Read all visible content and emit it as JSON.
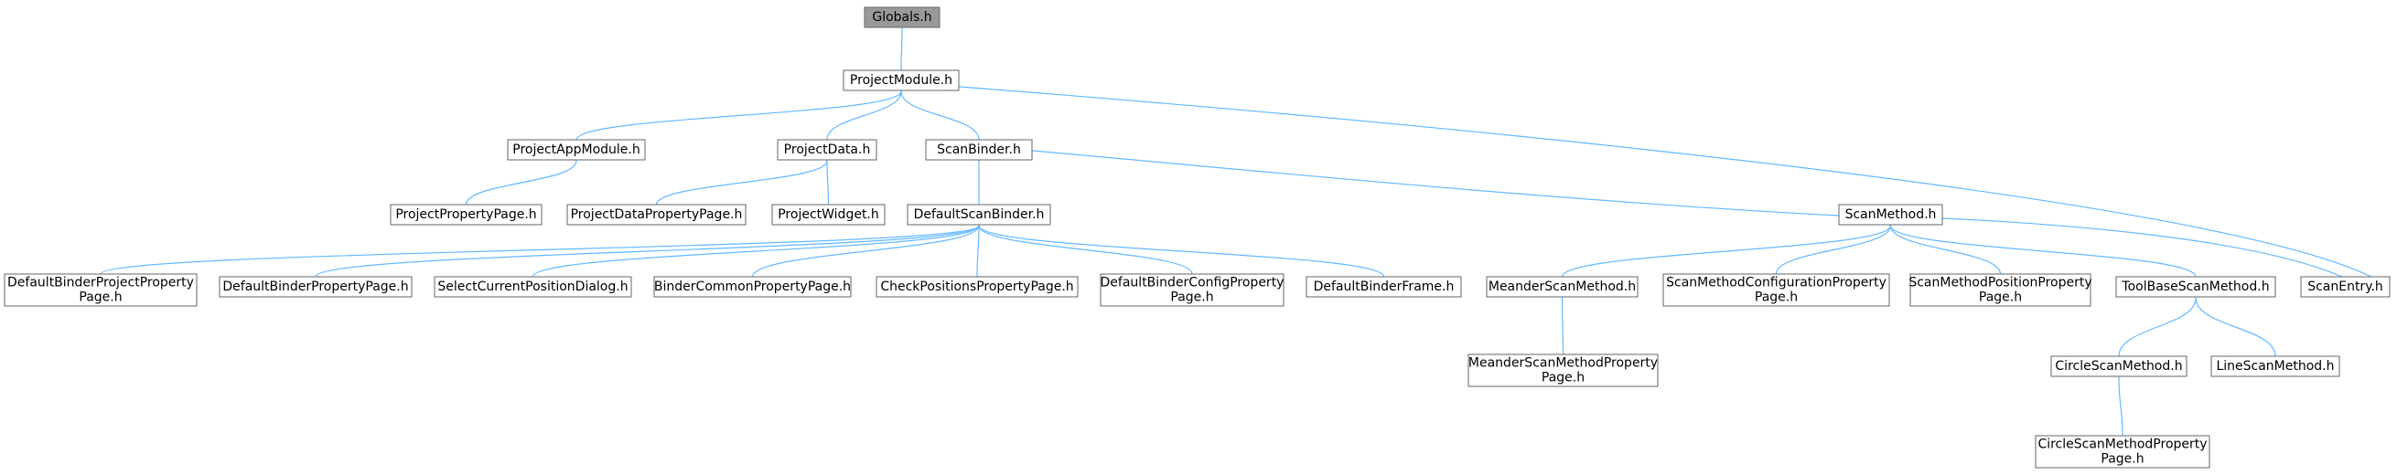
{
  "colors": {
    "edge": "#63b8ff",
    "node_border": "#666666",
    "root_fill": "#999999",
    "node_fill": "#ffffff"
  },
  "nodes": [
    {
      "id": "globals",
      "lines": [
        "Globals.h"
      ]
    },
    {
      "id": "projectmodule",
      "lines": [
        "ProjectModule.h"
      ]
    },
    {
      "id": "projectappmodule",
      "lines": [
        "ProjectAppModule.h"
      ]
    },
    {
      "id": "projectdata",
      "lines": [
        "ProjectData.h"
      ]
    },
    {
      "id": "scanbinder",
      "lines": [
        "ScanBinder.h"
      ]
    },
    {
      "id": "projectpropertypage",
      "lines": [
        "ProjectPropertyPage.h"
      ]
    },
    {
      "id": "projectdatapropertypage",
      "lines": [
        "ProjectDataPropertyPage.h"
      ]
    },
    {
      "id": "projectwidget",
      "lines": [
        "ProjectWidget.h"
      ]
    },
    {
      "id": "defaultscanbinder",
      "lines": [
        "DefaultScanBinder.h"
      ]
    },
    {
      "id": "scanmethod",
      "lines": [
        "ScanMethod.h"
      ]
    },
    {
      "id": "defaultbinderprojectpropertypage",
      "lines": [
        "DefaultBinderProjectProperty",
        "Page.h"
      ]
    },
    {
      "id": "defaultbinderpropertypage",
      "lines": [
        "DefaultBinderPropertyPage.h"
      ]
    },
    {
      "id": "selectcurrentpositiondialog",
      "lines": [
        "SelectCurrentPositionDialog.h"
      ]
    },
    {
      "id": "bindercommonpropertypage",
      "lines": [
        "BinderCommonPropertyPage.h"
      ]
    },
    {
      "id": "checkpositionspropertypage",
      "lines": [
        "CheckPositionsPropertyPage.h"
      ]
    },
    {
      "id": "defaultbinderconfigpropertypage",
      "lines": [
        "DefaultBinderConfigProperty",
        "Page.h"
      ]
    },
    {
      "id": "defaultbinderframe",
      "lines": [
        "DefaultBinderFrame.h"
      ]
    },
    {
      "id": "meanderscanmethod",
      "lines": [
        "MeanderScanMethod.h"
      ]
    },
    {
      "id": "scanmethodconfigurationpropertypage",
      "lines": [
        "ScanMethodConfigurationProperty",
        "Page.h"
      ]
    },
    {
      "id": "scanmethodpositionpropertypage",
      "lines": [
        "ScanMethodPositionProperty",
        "Page.h"
      ]
    },
    {
      "id": "toolbasescanmethod",
      "lines": [
        "ToolBaseScanMethod.h"
      ]
    },
    {
      "id": "scanentry",
      "lines": [
        "ScanEntry.h"
      ]
    },
    {
      "id": "meanderscanmethodpropertypage",
      "lines": [
        "MeanderScanMethodProperty",
        "Page.h"
      ]
    },
    {
      "id": "circlescanmethod",
      "lines": [
        "CircleScanMethod.h"
      ]
    },
    {
      "id": "linescanmethod",
      "lines": [
        "LineScanMethod.h"
      ]
    },
    {
      "id": "circlescanmethodpropertypage",
      "lines": [
        "CircleScanMethodProperty",
        "Page.h"
      ]
    }
  ],
  "edges": [
    {
      "from": "projectmodule",
      "to": "globals"
    },
    {
      "from": "projectappmodule",
      "to": "projectmodule"
    },
    {
      "from": "projectdata",
      "to": "projectmodule"
    },
    {
      "from": "scanbinder",
      "to": "projectmodule"
    },
    {
      "from": "scanentry",
      "to": "projectmodule"
    },
    {
      "from": "projectpropertypage",
      "to": "projectappmodule"
    },
    {
      "from": "projectdatapropertypage",
      "to": "projectdata"
    },
    {
      "from": "projectwidget",
      "to": "projectdata"
    },
    {
      "from": "defaultscanbinder",
      "to": "scanbinder"
    },
    {
      "from": "scanmethod",
      "to": "scanbinder"
    },
    {
      "from": "defaultbinderprojectpropertypage",
      "to": "defaultscanbinder"
    },
    {
      "from": "defaultbinderpropertypage",
      "to": "defaultscanbinder"
    },
    {
      "from": "selectcurrentpositiondialog",
      "to": "defaultscanbinder"
    },
    {
      "from": "bindercommonpropertypage",
      "to": "defaultscanbinder"
    },
    {
      "from": "checkpositionspropertypage",
      "to": "defaultscanbinder"
    },
    {
      "from": "defaultbinderconfigpropertypage",
      "to": "defaultscanbinder"
    },
    {
      "from": "defaultbinderframe",
      "to": "defaultscanbinder"
    },
    {
      "from": "meanderscanmethod",
      "to": "scanmethod"
    },
    {
      "from": "scanmethodconfigurationpropertypage",
      "to": "scanmethod"
    },
    {
      "from": "scanmethodpositionpropertypage",
      "to": "scanmethod"
    },
    {
      "from": "toolbasescanmethod",
      "to": "scanmethod"
    },
    {
      "from": "scanentry",
      "to": "scanmethod"
    },
    {
      "from": "meanderscanmethodpropertypage",
      "to": "meanderscanmethod"
    },
    {
      "from": "circlescanmethod",
      "to": "toolbasescanmethod"
    },
    {
      "from": "linescanmethod",
      "to": "toolbasescanmethod"
    },
    {
      "from": "circlescanmethodpropertypage",
      "to": "circlescanmethod"
    }
  ]
}
